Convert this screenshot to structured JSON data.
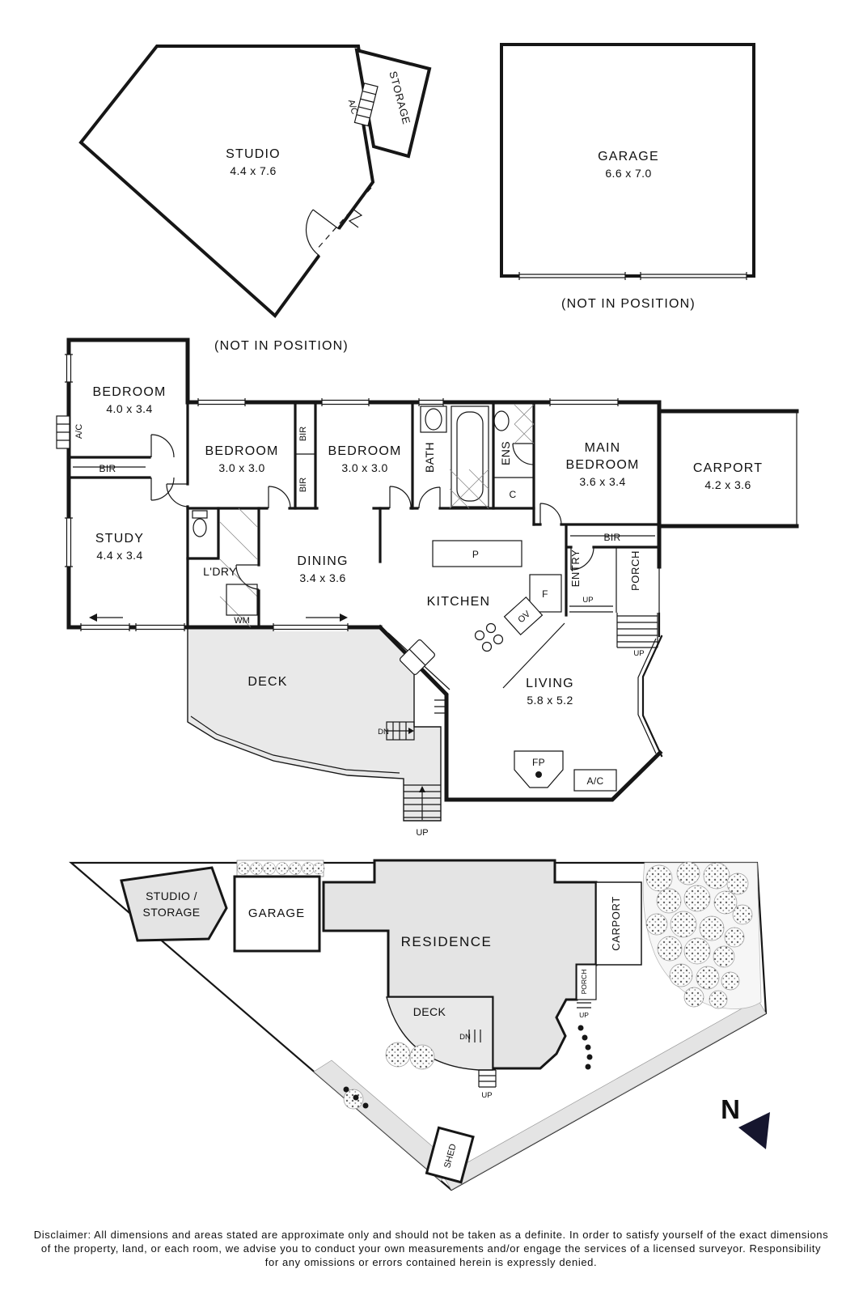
{
  "shared": {
    "not_in_position": "(NOT IN POSITION)",
    "bir": "BIR",
    "ac": "A/C",
    "up": "UP",
    "dn": "DN"
  },
  "studio_plan": {
    "name": "STUDIO",
    "dims": "4.4 x 7.6",
    "storage": "STORAGE"
  },
  "garage_plan": {
    "name": "GARAGE",
    "dims": "6.6 x 7.0"
  },
  "floor_plan": {
    "bedroom1": {
      "name": "BEDROOM",
      "dims": "4.0 x 3.4"
    },
    "bedroom2": {
      "name": "BEDROOM",
      "dims": "3.0 x 3.0"
    },
    "bedroom3": {
      "name": "BEDROOM",
      "dims": "3.0 x 3.0"
    },
    "main_bedroom": {
      "name1": "MAIN",
      "name2": "BEDROOM",
      "dims": "3.6 x 3.4"
    },
    "study": {
      "name": "STUDY",
      "dims": "4.4 x 3.4"
    },
    "dining": {
      "name": "DINING",
      "dims": "3.4 x 3.6"
    },
    "living": {
      "name": "LIVING",
      "dims": "5.8 x 5.2"
    },
    "carport": {
      "name": "CARPORT",
      "dims": "4.2 x 3.6"
    },
    "kitchen": "KITCHEN",
    "bath": "BATH",
    "ens": "ENS",
    "entry": "ENTRY",
    "porch": "PORCH",
    "laundry": "L'DRY",
    "wm": "WM",
    "cupboard": "C",
    "pantry": "P",
    "fridge": "F",
    "oven": "OV",
    "fireplace": "FP",
    "deck": "DECK"
  },
  "site_plan": {
    "studio_line1": "STUDIO /",
    "studio_line2": "STORAGE",
    "garage": "GARAGE",
    "residence": "RESIDENCE",
    "carport": "CARPORT",
    "porch": "PORCH",
    "deck": "DECK",
    "shed": "SHED",
    "north": "N"
  },
  "disclaimer": {
    "line1": "Disclaimer: All dimensions and areas stated are approximate only and should not be taken as a definite. In order to satisfy yourself of the exact dimensions",
    "line2": "of the property, land, or each room, we advise you to conduct your own measurements and/or engage the services of a licensed surveyor. Responsibility",
    "line3": "for any omissions or errors contained herein is expressly denied."
  }
}
